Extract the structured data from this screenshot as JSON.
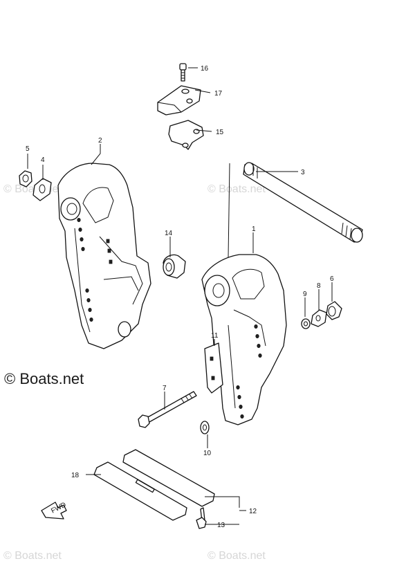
{
  "watermarks": {
    "main": "© Boats.net",
    "faint": "© Boats.net"
  },
  "callouts": [
    {
      "id": "1",
      "text": "1"
    },
    {
      "id": "2",
      "text": "2"
    },
    {
      "id": "3",
      "text": "3"
    },
    {
      "id": "4",
      "text": "4"
    },
    {
      "id": "5",
      "text": "5"
    },
    {
      "id": "6",
      "text": "6"
    },
    {
      "id": "7",
      "text": "7"
    },
    {
      "id": "8",
      "text": "8"
    },
    {
      "id": "9",
      "text": "9"
    },
    {
      "id": "10",
      "text": "10"
    },
    {
      "id": "11",
      "text": "11"
    },
    {
      "id": "12",
      "text": "12"
    },
    {
      "id": "13",
      "text": "13"
    },
    {
      "id": "14",
      "text": "14"
    },
    {
      "id": "15",
      "text": "15"
    },
    {
      "id": "16",
      "text": "16"
    },
    {
      "id": "17",
      "text": "17"
    },
    {
      "id": "18",
      "text": "18"
    }
  ],
  "fwd_label": "FWD",
  "colors": {
    "line": "#111111",
    "watermark": "#d6d6d6",
    "background": "#ffffff"
  }
}
